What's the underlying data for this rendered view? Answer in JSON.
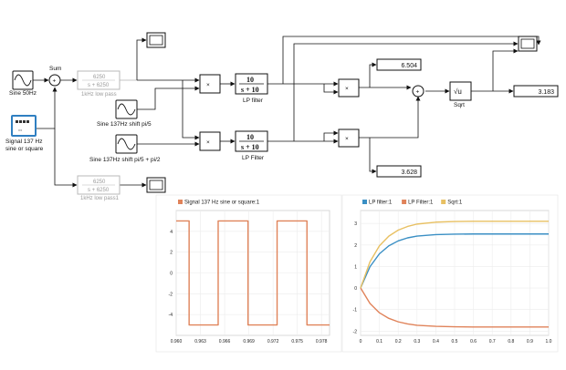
{
  "blocks": {
    "sine50": {
      "label": "Sine 50Hz"
    },
    "sum": {
      "label": "Sum"
    },
    "signal137": {
      "label_line1": "Signal 137 Hz",
      "label_line2": "sine or square"
    },
    "lowpass_top": {
      "num": "6250",
      "den": "s + 6250",
      "label": "1kHz low pass"
    },
    "lowpass_bottom": {
      "num": "6250",
      "den": "s + 6250",
      "label": "1kHz low pass1"
    },
    "sine_shift5": {
      "label": "Sine 137Hz shift pi/5"
    },
    "sine_shift52": {
      "label": "Sine 137Hz shift pi/5 + pi/2"
    },
    "lp_filter": {
      "num": "10",
      "den": "s + 10",
      "label": "LP filter"
    },
    "lp_filter2": {
      "num": "10",
      "den": "s + 10",
      "label": "LP Filter"
    },
    "sqrt": {
      "label": "Sqrt",
      "symbol": "√u"
    },
    "product_symbol": "×",
    "sum_symbol": "+"
  },
  "displays": {
    "top": "6.504",
    "bottom": "3.628",
    "right": "3.183"
  },
  "chart_data": [
    {
      "type": "line",
      "legend": [
        "Signal 137 Hz sine or square:1"
      ],
      "xlim": [
        0.96,
        0.979
      ],
      "ylim": [
        -6,
        6
      ],
      "xticks": [
        "0.960",
        "0.963",
        "0.966",
        "0.969",
        "0.972",
        "0.975",
        "0.978"
      ],
      "yticks": [
        "4",
        "2",
        "0",
        "-2",
        "-4"
      ],
      "grid": true,
      "legend_placement": "top-left",
      "series": [
        {
          "name": "Signal 137 Hz sine or square:1",
          "color": "#e0835a",
          "x": [
            0.96,
            0.9616,
            0.9616,
            0.9652,
            0.9652,
            0.9689,
            0.9689,
            0.9725,
            0.9725,
            0.9762,
            0.9762,
            0.9798
          ],
          "y": [
            5,
            5,
            -5,
            -5,
            5,
            5,
            -5,
            -5,
            5,
            5,
            -5,
            -5
          ]
        }
      ]
    },
    {
      "type": "line",
      "legend": [
        "LP filter:1",
        "LP Filter:1",
        "Sqrt:1"
      ],
      "xlim": [
        0,
        1
      ],
      "ylim": [
        -2.2,
        3.6
      ],
      "xticks": [
        "0",
        "0.1",
        "0.2",
        "0.3",
        "0.4",
        "0.5",
        "0.6",
        "0.7",
        "0.8",
        "0.9",
        "1.0"
      ],
      "yticks": [
        "3",
        "2",
        "1",
        "0",
        "-1",
        "-2"
      ],
      "grid": true,
      "legend_placement": "top-left",
      "series": [
        {
          "name": "LP filter:1",
          "color": "#3a8fc4",
          "x": [
            0,
            0.05,
            0.1,
            0.15,
            0.2,
            0.25,
            0.3,
            0.4,
            0.5,
            0.6,
            0.7,
            0.8,
            0.9,
            1.0
          ],
          "y": [
            0,
            0.99,
            1.59,
            1.96,
            2.19,
            2.33,
            2.41,
            2.48,
            2.5,
            2.51,
            2.51,
            2.51,
            2.51,
            2.51
          ]
        },
        {
          "name": "LP Filter:1",
          "color": "#e0835a",
          "x": [
            0,
            0.05,
            0.1,
            0.15,
            0.2,
            0.25,
            0.3,
            0.4,
            0.5,
            0.6,
            0.7,
            0.8,
            0.9,
            1.0
          ],
          "y": [
            0,
            -0.72,
            -1.15,
            -1.41,
            -1.57,
            -1.67,
            -1.73,
            -1.78,
            -1.8,
            -1.81,
            -1.81,
            -1.81,
            -1.81,
            -1.81
          ]
        },
        {
          "name": "Sqrt:1",
          "color": "#e8c062",
          "x": [
            0,
            0.05,
            0.1,
            0.15,
            0.2,
            0.25,
            0.3,
            0.4,
            0.5,
            0.6,
            0.7,
            0.8,
            0.9,
            1.0
          ],
          "y": [
            0,
            1.22,
            1.96,
            2.41,
            2.69,
            2.86,
            2.97,
            3.06,
            3.09,
            3.1,
            3.1,
            3.1,
            3.1,
            3.1
          ]
        }
      ]
    }
  ]
}
